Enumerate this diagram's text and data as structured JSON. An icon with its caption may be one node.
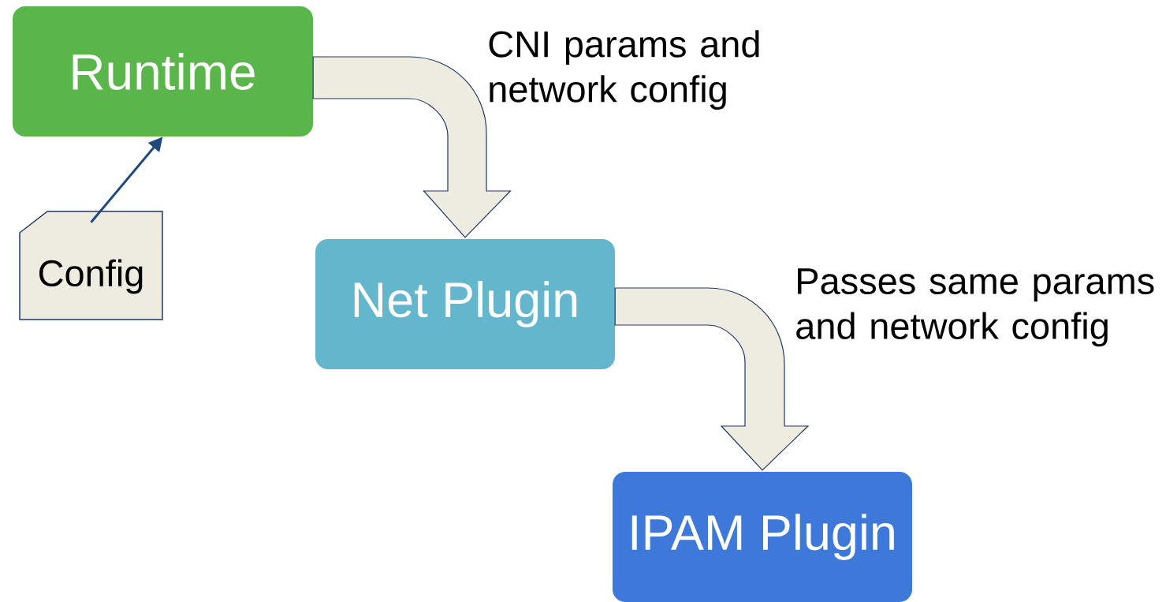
{
  "diagram": {
    "nodes": [
      {
        "text": [
          "Runtime"
        ]
      },
      {
        "text": [
          "Config"
        ]
      },
      {
        "text": [
          "Net Plugin"
        ]
      },
      {
        "text": [
          "IPAM Plugin"
        ]
      }
    ],
    "edges": [
      {
        "from": 1,
        "to": 0,
        "arrow": "to",
        "color": "#1f497d"
      },
      {
        "from": 0,
        "to": 2,
        "arrow": "to",
        "style": "thick",
        "label": "CNI params and network config"
      },
      {
        "from": 2,
        "to": 3,
        "arrow": "to",
        "style": "thick",
        "label": "Passes same params and network config"
      }
    ]
  }
}
